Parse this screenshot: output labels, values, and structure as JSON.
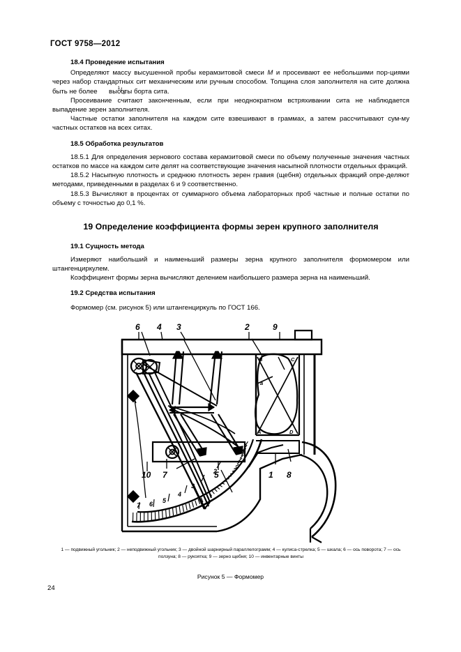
{
  "document": {
    "standard_header": "ГОСТ 9758—2012",
    "page_number": "24"
  },
  "sections": [
    {
      "id": "18.4",
      "heading": "18.4 Проведение испытания",
      "paragraphs": [
        "Определяют массу высушенной пробы керамзитовой смеси M  и просеивают ее небольшими пор-циями через набор стандартных сит механическим или ручным способом. Толщина слоя заполнителя на сите должна быть не более 1/3 высоты борта сита.",
        "Просеивание считают законченным, если при неоднократном встряхивании сита не наблюдается выпадение зерен заполнителя.",
        "Частные остатки заполнителя на каждом сите взвешивают в граммах, а затем рассчитывают сум-му частных остатков на всех ситах."
      ]
    },
    {
      "id": "18.5",
      "heading": "18.5 Обработка результатов",
      "paragraphs": [
        "18.5.1 Для определения зернового состава керамзитовой смеси по объему полученные значения частных остатков по массе на каждом сите делят на соответствующие значения насыпной плотности отдельных фракций.",
        "18.5.2 Насыпную плотность и среднюю плотность зерен гравия (щебня) отдельных фракций опре-деляют методами, приведенными в разделах 6 и 9 соответственно.",
        "18.5.3 Вычисляют в процентах от суммарного объема лабораторных проб частные и полные остатки по объему с точностью до 0,1 %."
      ]
    },
    {
      "id": "19",
      "heading": "19 Определение коэффициента формы зерен крупного заполнителя",
      "subsections": [
        {
          "id": "19.1",
          "heading": "19.1 Сущность метода",
          "paragraphs": [
            "Измеряют наибольший и наименьший размеры зерна крупного заполнителя формомером или штангенциркулем.",
            "Коэффициент формы зерна вычисляют делением наибольшего размера зерна на наименьший."
          ]
        },
        {
          "id": "19.2",
          "heading": "19.2 Средства испытания",
          "paragraphs": [
            "Формомер (см. рисунок 5) или штангенциркуль по ГОСТ 166."
          ]
        }
      ]
    }
  ],
  "text_fragments": {
    "p1_a": "Определяют массу высушенной пробы керамзитовой смеси ",
    "p1_var": "M",
    "p1_b": " и просеивают ее небольшими пор-циями через набор стандартных сит механическим или ручным способом. Толщина слоя заполнителя на сите должна быть не более ",
    "frac_num": "1",
    "frac_slash": "/",
    "frac_den": "3",
    "p1_c": " высоты борта сита."
  },
  "figure": {
    "caption": "Рисунок 5 — Формомер",
    "legend_line1": "1 — подвижный угольник; 2 — неподвижный угольник; 3 — двойной шарнирный параллелограмм; 4 — кулиса-стрелка; 5 —",
    "legend_line2": "шкала; 6 — ось поворота; 7 — ось ползуна; 8 — рукоятка; 9 — зерно щебня; 10 — инвентарные винты",
    "callouts_top": [
      "6",
      "4",
      "3",
      "2",
      "9"
    ],
    "callouts_mid": [
      "10",
      "7",
      "5",
      "1",
      "8"
    ],
    "scale_ticks": [
      "7",
      "6",
      "5",
      "4",
      "3",
      "2"
    ],
    "stone_vertices": [
      "B",
      "C",
      "A",
      "D"
    ],
    "stone_extra_label": "a",
    "line_color": "#000000"
  }
}
